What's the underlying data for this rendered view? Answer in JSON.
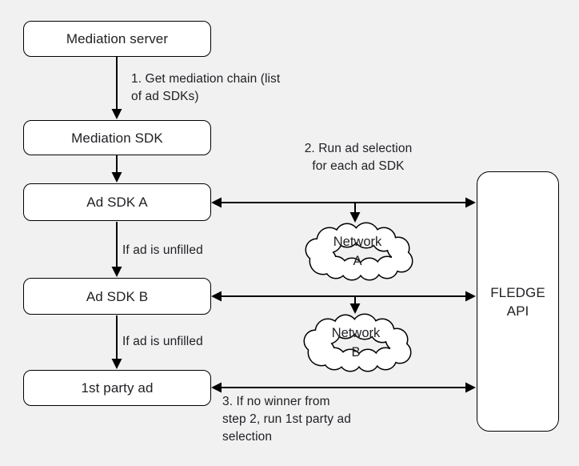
{
  "colors": {
    "background": "#f1f1f2",
    "node_fill": "#ffffff",
    "stroke": "#000000",
    "text": "#202124"
  },
  "nodes": {
    "mediation_server": {
      "label": "Mediation server"
    },
    "mediation_sdk": {
      "label": "Mediation SDK"
    },
    "ad_sdk_a": {
      "label": "Ad SDK A"
    },
    "ad_sdk_b": {
      "label": "Ad SDK B"
    },
    "first_party_ad": {
      "label": "1st party ad"
    },
    "fledge_api": {
      "label": "FLEDGE\nAPI"
    },
    "network_a": {
      "label": "Network\nA"
    },
    "network_b": {
      "label": "Network\nB"
    }
  },
  "annotations": {
    "step1": "1. Get mediation chain (list\nof ad SDKs)",
    "step2": "2. Run ad selection\nfor each ad SDK",
    "if_unfilled_a": "If ad is unfilled",
    "if_unfilled_b": "If ad is unfilled",
    "step3": "3. If no winner from\nstep 2, run 1st party ad\nselection"
  }
}
